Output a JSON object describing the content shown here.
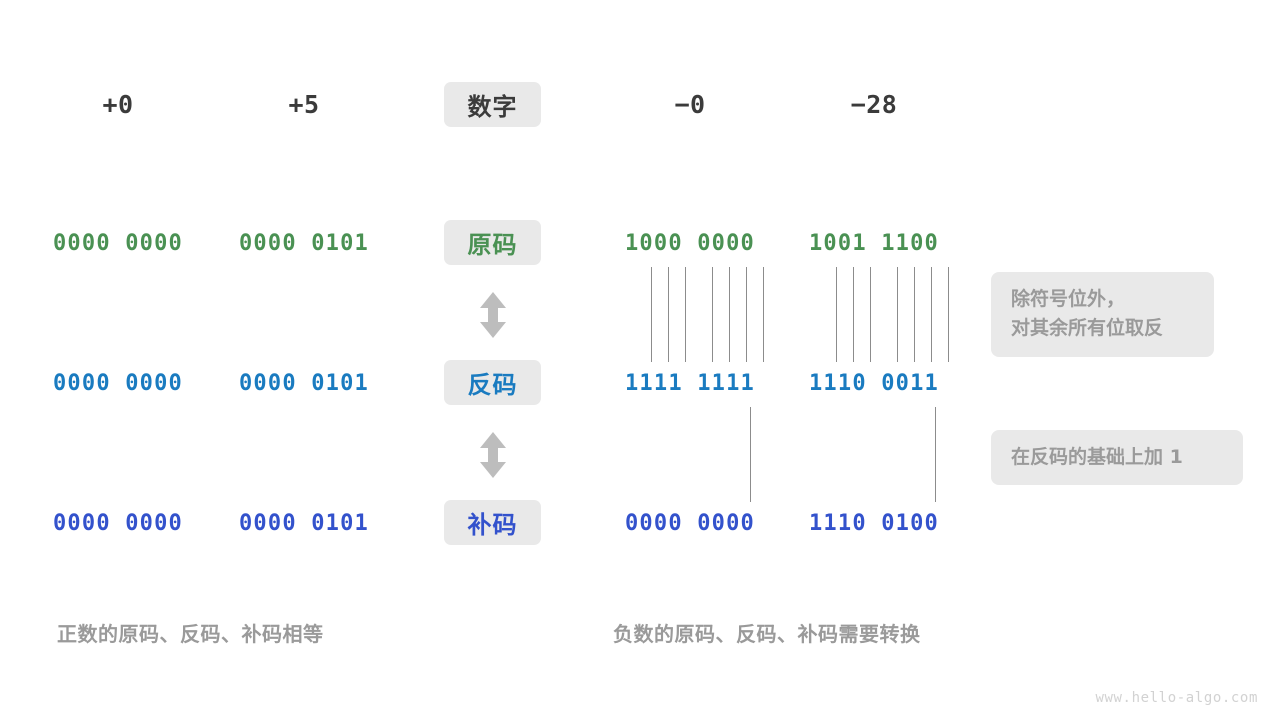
{
  "meta": {
    "watermark": "www.hello-algo.com"
  },
  "colors": {
    "green": "#4a9153",
    "blue": "#1a7bc0",
    "navy": "#3352cc",
    "dark": "#3b3b3b",
    "gray_text": "#9a9a9a",
    "badge_bg": "#e9e9e9",
    "line": "#8c8c8c"
  },
  "header": {
    "label_plus_zero": "+0",
    "label_plus_five": "+5",
    "badge_number": "数字",
    "label_minus_zero": "−0",
    "label_minus_twentyeight": "−28"
  },
  "rows": [
    {
      "badge": "原码",
      "badge_color": "green",
      "plus_zero": "0000 0000",
      "plus_five": "0000 0101",
      "minus_zero": "1000 0000",
      "minus_twentyeight": "1001 1100"
    },
    {
      "badge": "反码",
      "badge_color": "blue",
      "plus_zero": "0000 0000",
      "plus_five": "0000 0101",
      "minus_zero": "1111 1111",
      "minus_twentyeight": "1110 0011"
    },
    {
      "badge": "补码",
      "badge_color": "navy",
      "plus_zero": "0000 0000",
      "plus_five": "0000 0101",
      "minus_zero": "0000 0000",
      "minus_twentyeight": "1110 0100"
    }
  ],
  "notes": {
    "invert_rule": "除符号位外，\n对其余所有位取反",
    "add_one_rule": "在反码的基础上加 1"
  },
  "footers": {
    "positive": "正数的原码、反码、补码相等",
    "negative": "负数的原码、反码、补码需要转换"
  },
  "icons": {
    "arrow_updown": "double-arrow-vertical"
  }
}
